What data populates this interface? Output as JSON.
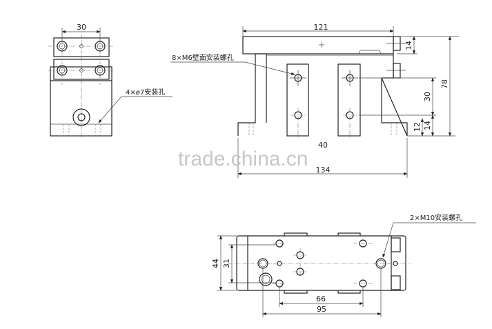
{
  "side_view": {
    "dim_width": "30",
    "hole_callout": "4×ø7安装孔"
  },
  "front_view": {
    "dim_top_length": "121",
    "dim_base_length": "134",
    "dim_total_height": "78",
    "dim_top_thickness": "14",
    "dim_hole_spacing": "30",
    "dim_lower_14": "14",
    "dim_lower_12": "12",
    "dim_partial": "40",
    "hole_callout": "8×M6壁面安装螺孔"
  },
  "bottom_view": {
    "dim_width": "44",
    "dim_inner_width": "31",
    "dim_hole_spacing": "66",
    "dim_mount_spacing": "95",
    "hole_callout": "2×M10安装螺孔"
  },
  "watermark": "trade.china.cn"
}
